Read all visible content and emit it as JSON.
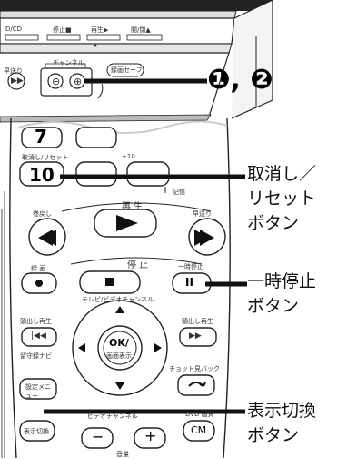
{
  "top_panel": {
    "labels": {
      "cd": "D/CD",
      "stop": "停止■",
      "play": "再生▶",
      "open_close": "開/閉▲",
      "rewind_small": "早送り",
      "channel": "チャンネル",
      "record_safe": "録画セーフ"
    },
    "callout_numbers": "❶, ❷"
  },
  "remote": {
    "buttons": {
      "num7": "7",
      "num10": "10",
      "cancel_label": "取消し/リセット",
      "plus10_label": "+10",
      "plus10_alt": "記憶",
      "play_group": "再 生",
      "rewind": "巻戻し",
      "fastforward": "早送り",
      "stop": "停 止",
      "record": "録 画",
      "pause": "一時停止",
      "skip_back": "頭出し再生",
      "skip_fwd": "頭出し再生",
      "tv_video_channel": "テレビ/ビデオチャンネル",
      "timer_navi": "留守録ナビ",
      "ok_top": "OK/",
      "ok_bottom": "画面表示",
      "chotto_back": "チョット見バック",
      "settings": "設定メニュー",
      "display_switch": "表示切換",
      "video_channel": "ビデオチャンネル",
      "dvd_quality": "DVD 画質",
      "cm": "CM",
      "minus": "−",
      "plus": "+",
      "volume": "音量"
    }
  },
  "callouts": {
    "cancel_reset": [
      "取消し／",
      "リセット",
      "ボタン"
    ],
    "pause": [
      "一時停止",
      "ボタン"
    ],
    "display_switch": [
      "表示切換",
      "ボタン"
    ]
  }
}
